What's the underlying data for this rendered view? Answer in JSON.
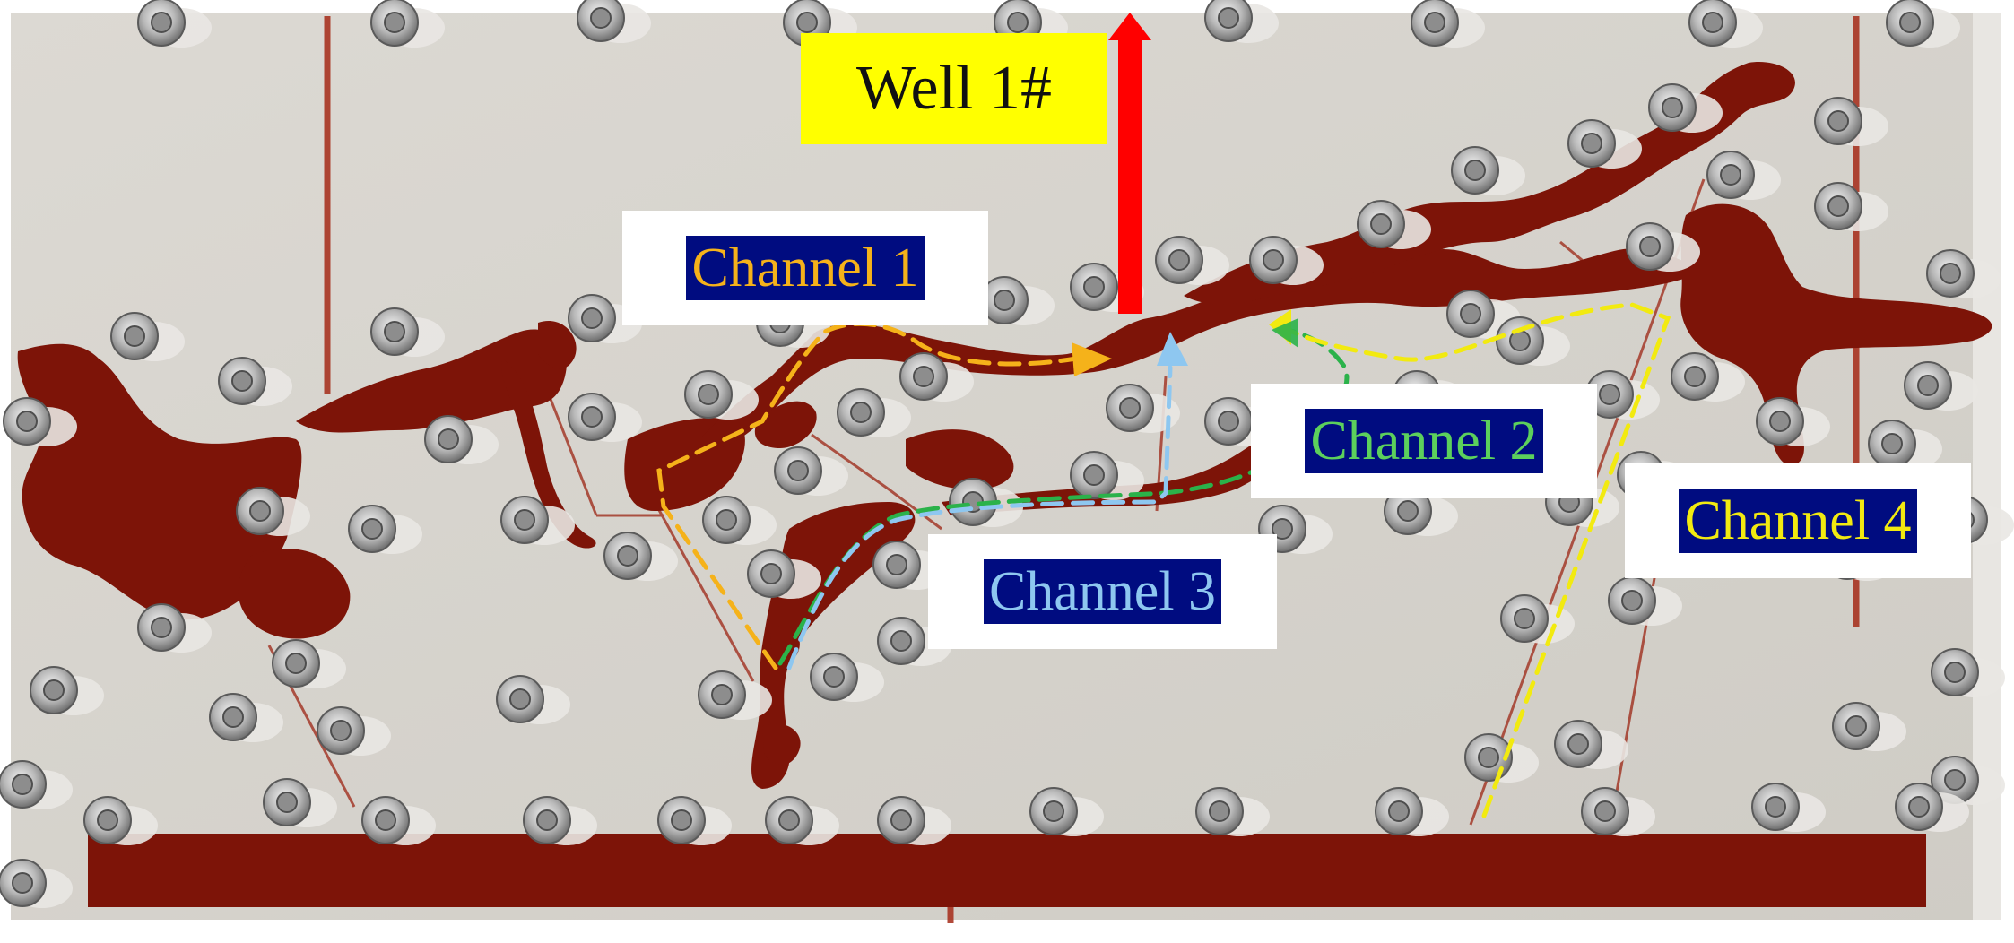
{
  "well_label": "Well 1#",
  "channels": [
    {
      "id": "channel-1",
      "label": "Channel 1",
      "color": "#f5b21a"
    },
    {
      "id": "channel-2",
      "label": "Channel 2",
      "color": "#5cd05c"
    },
    {
      "id": "channel-3",
      "label": "Channel 3",
      "color": "#8ec7f0"
    },
    {
      "id": "channel-4",
      "label": "Channel 4",
      "color": "#f2ea10"
    }
  ],
  "colors": {
    "plate": "#d9d6d0",
    "fluid": "#7d1408",
    "grid_line": "#a52a18",
    "well_arrow": "#ff0000",
    "well_box": "#ffff00",
    "label_bg": "#000c80"
  }
}
